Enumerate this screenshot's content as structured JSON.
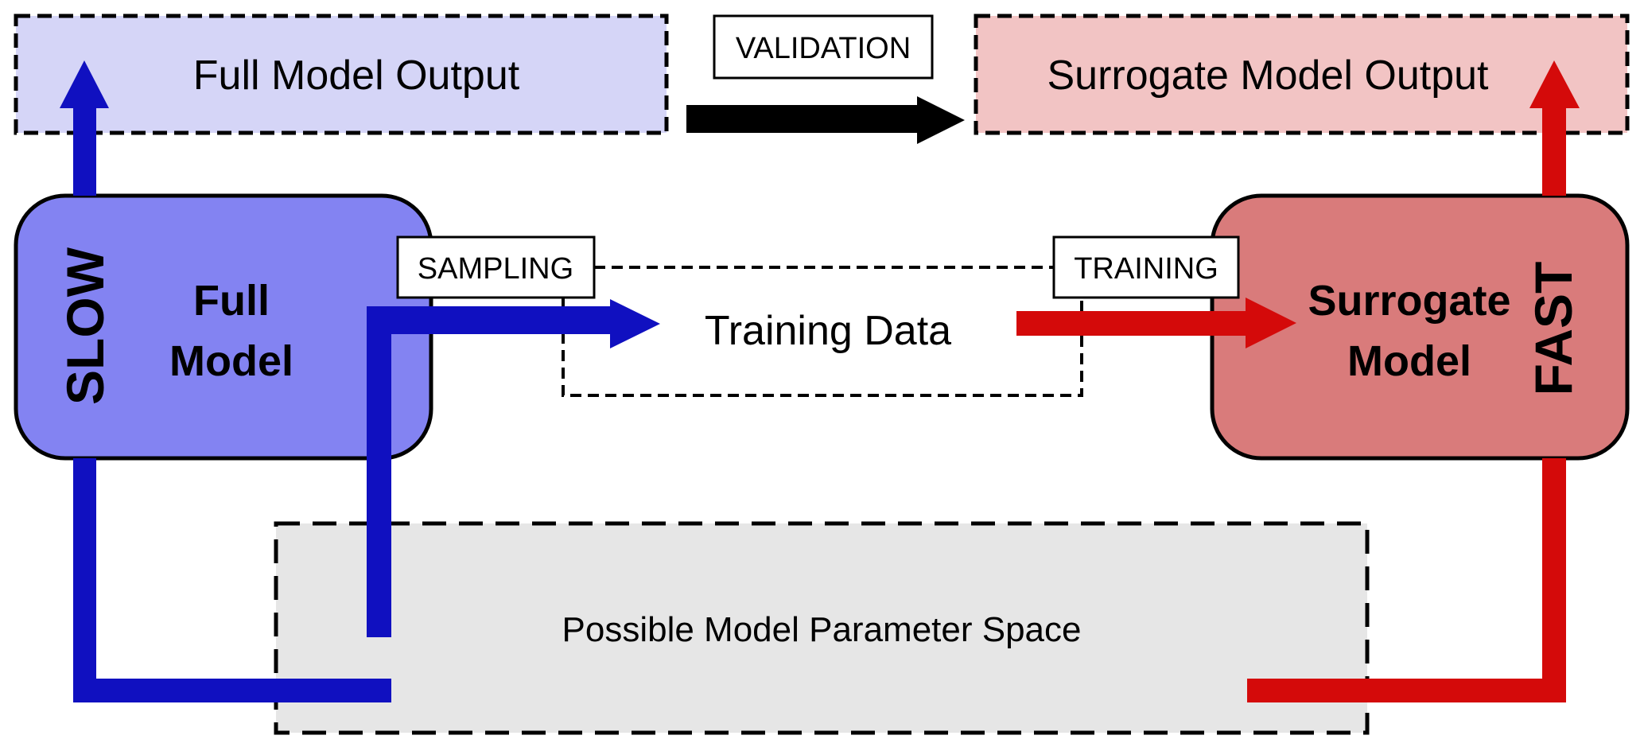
{
  "diagram": {
    "nodes": {
      "full_model_output": {
        "label": "Full Model Output",
        "fill": "#d5d5f7"
      },
      "surrogate_model_output": {
        "label": "Surrogate Model Output",
        "fill": "#f2c4c4"
      },
      "full_model": {
        "label_line1": "Full",
        "label_line2": "Model",
        "fill": "#8383f2"
      },
      "surrogate_model": {
        "label_line1": "Surrogate",
        "label_line2": "Model",
        "fill": "#d97b7b"
      },
      "training_data": {
        "label": "Training Data"
      },
      "parameter_space": {
        "label": "Possible Model Parameter Space",
        "fill": "#e6e6e6"
      }
    },
    "tags": {
      "validation": "VALIDATION",
      "sampling": "SAMPLING",
      "training": "TRAINING"
    },
    "speed_labels": {
      "slow": {
        "text": "SLOW",
        "color": "#1010c0"
      },
      "fast": {
        "text": "FAST",
        "color": "#d40a0a"
      }
    },
    "colors": {
      "blue_arrow": "#1010c0",
      "red_arrow": "#d40a0a",
      "black_arrow": "#000000"
    }
  }
}
